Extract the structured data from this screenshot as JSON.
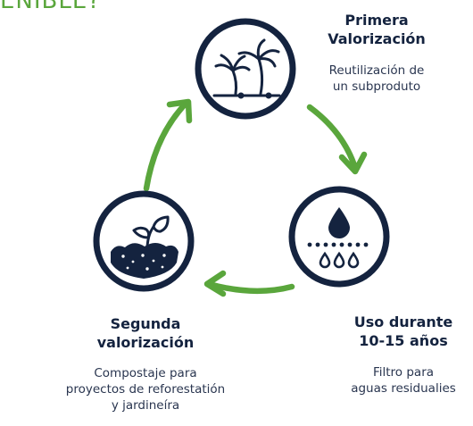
{
  "headline": {
    "text": "ENIBLE?",
    "color": "#5aa63c"
  },
  "colors": {
    "navy": "#14233f",
    "arrow_green": "#5aa63c"
  },
  "stages": [
    {
      "title_lines": [
        "Primera",
        "Valorización"
      ],
      "desc_lines": [
        "Reutilización de",
        "un subproduto"
      ],
      "icon": "palm-trees-icon"
    },
    {
      "title_lines": [
        "Uso durante",
        "10-15 años"
      ],
      "desc_lines": [
        "Filtro para",
        "aguas residualies"
      ],
      "icon": "water-filter-icon"
    },
    {
      "title_lines": [
        "Segunda",
        "valorización"
      ],
      "desc_lines": [
        "Compostaje para",
        "proyectos de reforestatión",
        "y jardineíra"
      ],
      "icon": "sprout-soil-icon"
    }
  ]
}
